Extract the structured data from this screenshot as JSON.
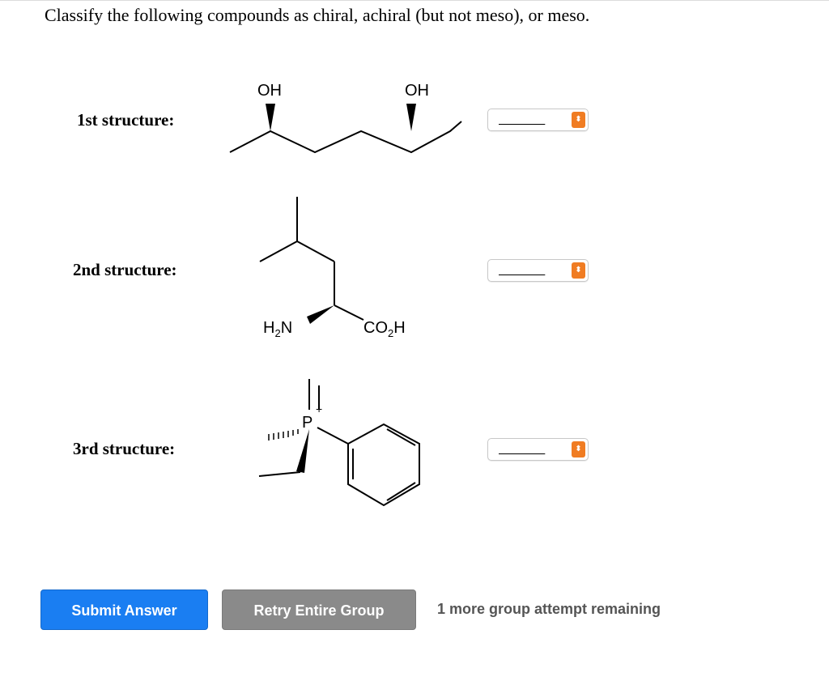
{
  "question": {
    "prompt": "Classify the following compounds as chiral, achiral (but not meso), or meso."
  },
  "structures": [
    {
      "label": "1st structure:",
      "atoms": {
        "oh_left": "OH",
        "oh_right": "OH"
      },
      "selected": "________"
    },
    {
      "label": "2nd structure:",
      "atoms": {
        "amine_main": "H",
        "amine_sub": "2",
        "amine_n": "N",
        "acid_co": "CO",
        "acid_sub": "2",
        "acid_h": "H"
      },
      "selected": "________"
    },
    {
      "label": "3rd structure:",
      "atoms": {
        "phosphorus": "P",
        "charge": "+"
      },
      "selected": "________"
    }
  ],
  "actions": {
    "submit_label": "Submit Answer",
    "retry_label": "Retry Entire Group",
    "attempts_text": "1 more group attempt remaining"
  },
  "icons": {
    "dropdown": "select-arrows-icon"
  },
  "colors": {
    "submit": "#1a7ef2",
    "retry": "#8a8a8a",
    "dropdown_accent": "#f07c22"
  }
}
